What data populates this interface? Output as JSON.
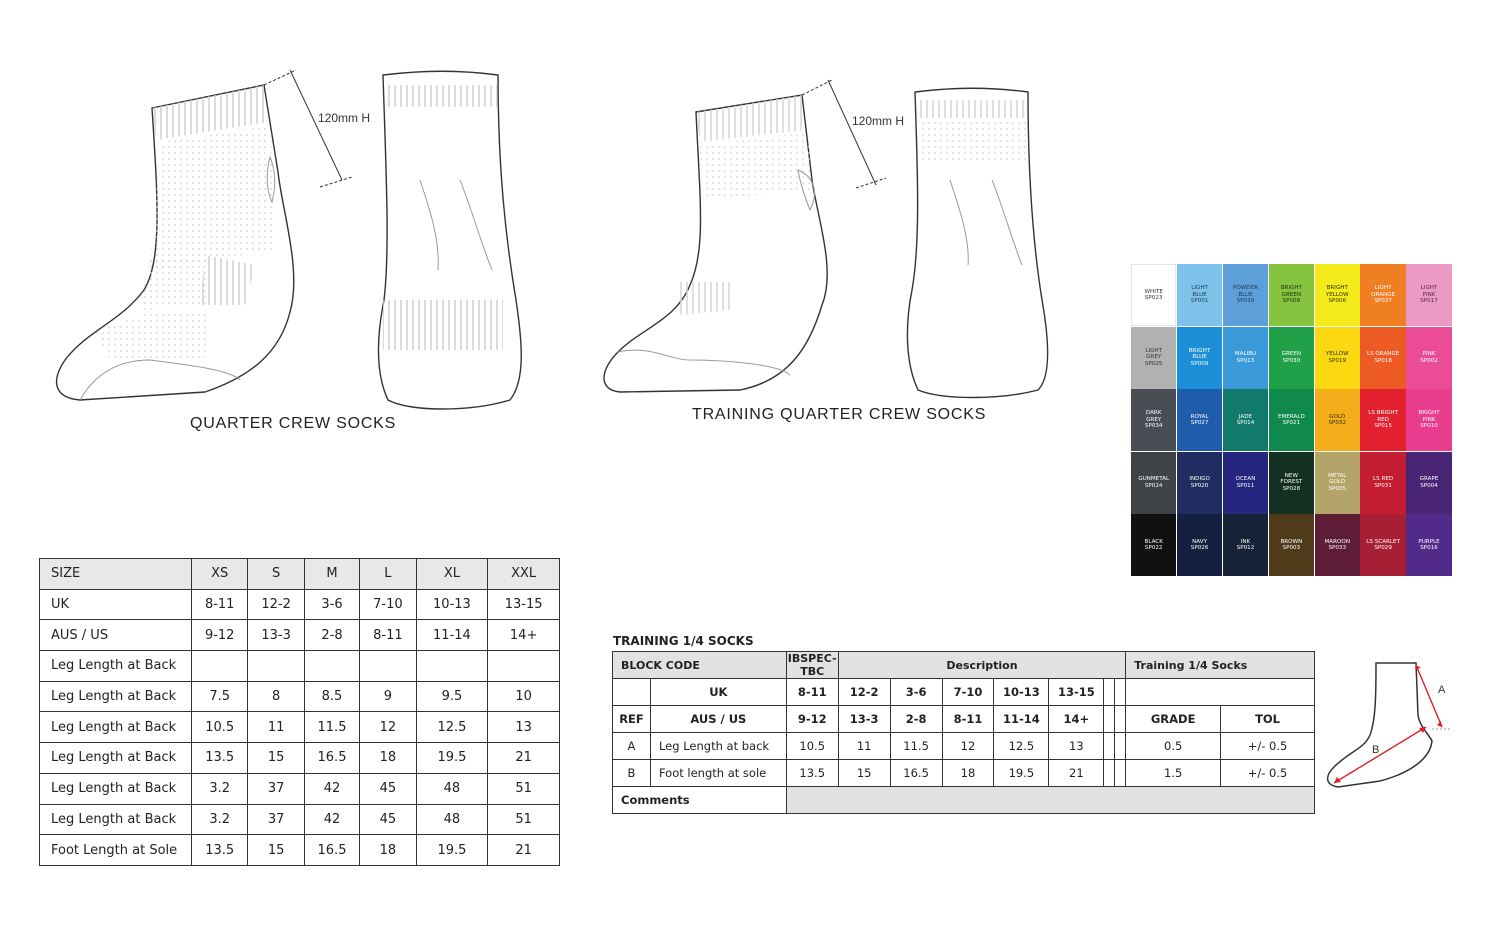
{
  "labels": {
    "quarter_crew": "QUARTER CREW SOCKS",
    "training_quarter_crew": "TRAINING QUARTER CREW SOCKS",
    "height_left": "120mm H",
    "height_right": "120mm H",
    "diagram_a": "A",
    "diagram_b": "B"
  },
  "size_table": {
    "headers": [
      "SIZE",
      "XS",
      "S",
      "M",
      "L",
      "XL",
      "XXL"
    ],
    "rows": [
      {
        "label": "UK",
        "values": [
          "8-11",
          "12-2",
          "3-6",
          "7-10",
          "10-13",
          "13-15"
        ]
      },
      {
        "label": "AUS / US",
        "values": [
          "9-12",
          "13-3",
          "2-8",
          "8-11",
          "11-14",
          "14+"
        ]
      },
      {
        "label": "Leg Length at Back",
        "values": [
          "",
          "",
          "",
          "",
          "",
          ""
        ]
      },
      {
        "label": "Leg Length at Back",
        "values": [
          "7.5",
          "8",
          "8.5",
          "9",
          "9.5",
          "10"
        ]
      },
      {
        "label": "Leg Length at Back",
        "values": [
          "10.5",
          "11",
          "11.5",
          "12",
          "12.5",
          "13"
        ]
      },
      {
        "label": "Leg Length at Back",
        "values": [
          "13.5",
          "15",
          "16.5",
          "18",
          "19.5",
          "21"
        ]
      },
      {
        "label": "Leg Length at Back",
        "values": [
          "3.2",
          "37",
          "42",
          "45",
          "48",
          "51"
        ]
      },
      {
        "label": "Leg Length at Back",
        "values": [
          "3.2",
          "37",
          "42",
          "45",
          "48",
          "51"
        ]
      },
      {
        "label": "Foot Length at Sole",
        "values": [
          "13.5",
          "15",
          "16.5",
          "18",
          "19.5",
          "21"
        ]
      }
    ]
  },
  "training_table": {
    "title": "TRAINING 1/4 SOCKS",
    "block_code_label": "BLOCK CODE",
    "block_code": "IBSPEC-TBC",
    "description_label": "Description",
    "product_name": "Training 1/4 Socks",
    "ref_label": "REF",
    "uk_label": "UK",
    "uk_values": [
      "8-11",
      "12-2",
      "3-6",
      "7-10",
      "10-13",
      "13-15"
    ],
    "aus_label": "AUS / US",
    "aus_values": [
      "9-12",
      "13-3",
      "2-8",
      "8-11",
      "11-14",
      "14+"
    ],
    "grade_label": "GRADE",
    "tol_label": "TOL",
    "rows": [
      {
        "ref": "A",
        "label": "Leg Length at back",
        "values": [
          "10.5",
          "11",
          "11.5",
          "12",
          "12.5",
          "13"
        ],
        "grade": "0.5",
        "tol": "+/- 0.5"
      },
      {
        "ref": "B",
        "label": "Foot length at sole",
        "values": [
          "13.5",
          "15",
          "16.5",
          "18",
          "19.5",
          "21"
        ],
        "grade": "1.5",
        "tol": "+/- 0.5"
      }
    ],
    "comments_label": "Comments"
  },
  "swatches": [
    {
      "name": "WHITE\nSP023",
      "color": "#ffffff",
      "text": "#333333"
    },
    {
      "name": "LIGHT\nBLUE\nSP001",
      "color": "#7ec2ea",
      "text": "#1d3b55"
    },
    {
      "name": "POWDER\nBLUE\nSP039",
      "color": "#5d9fd8",
      "text": "#1d3b55"
    },
    {
      "name": "BRIGHT\nGREEN\nSP008",
      "color": "#86c440",
      "text": "#223311"
    },
    {
      "name": "BRIGHT\nYELLOW\nSP006",
      "color": "#f4ec1a",
      "text": "#333300"
    },
    {
      "name": "LIGHT\nORANGE\nSP037",
      "color": "#f07f24",
      "text": "#ffffff"
    },
    {
      "name": "LIGHT\nPINK\nSP017",
      "color": "#eb9ac6",
      "text": "#5a2343"
    },
    {
      "name": "LIGHT\nGREY\nSP025",
      "color": "#b1b1b1",
      "text": "#333333"
    },
    {
      "name": "BRIGHT\nBLUE\nSP009",
      "color": "#1c8fd6",
      "text": "#ffffff"
    },
    {
      "name": "MALIBU\nSP013",
      "color": "#3a9ad9",
      "text": "#ffffff"
    },
    {
      "name": "GREEN\nSP030",
      "color": "#20a049",
      "text": "#ffffff"
    },
    {
      "name": "YELLOW\nSP019",
      "color": "#fbd80f",
      "text": "#333300"
    },
    {
      "name": "LS ORANGE\nSP018",
      "color": "#ee5a24",
      "text": "#ffffff"
    },
    {
      "name": "PINK\nSP002",
      "color": "#ea4c97",
      "text": "#ffffff"
    },
    {
      "name": "DARK\nGREY\nSP034",
      "color": "#4b4d54",
      "text": "#ffffff"
    },
    {
      "name": "ROYAL\nSP027",
      "color": "#1f5cac",
      "text": "#ffffff"
    },
    {
      "name": "JADE\nSP014",
      "color": "#127a6b",
      "text": "#ffffff"
    },
    {
      "name": "EMERALD\nSP021",
      "color": "#0f8a4c",
      "text": "#ffffff"
    },
    {
      "name": "GOLD\nSP032",
      "color": "#f4ae1c",
      "text": "#333300"
    },
    {
      "name": "LS BRIGHT\nRED\nSP015",
      "color": "#e3202d",
      "text": "#ffffff"
    },
    {
      "name": "BRIGHT\nPINK\nSP010",
      "color": "#e83c8f",
      "text": "#ffffff"
    },
    {
      "name": "GUNMETAL\nSP024",
      "color": "#3e4348",
      "text": "#ffffff"
    },
    {
      "name": "INDIGO\nSP020",
      "color": "#202d60",
      "text": "#ffffff"
    },
    {
      "name": "OCEAN\nSP011",
      "color": "#26267e",
      "text": "#ffffff"
    },
    {
      "name": "NEW\nFOREST\nSP028",
      "color": "#143022",
      "text": "#ffffff"
    },
    {
      "name": "METAL\nGOLD\nSP005",
      "color": "#b5a469",
      "text": "#ffffff"
    },
    {
      "name": "LS RED\nSP031",
      "color": "#c21d30",
      "text": "#ffffff"
    },
    {
      "name": "GRAPE\nSP004",
      "color": "#4a2475",
      "text": "#ffffff"
    },
    {
      "name": "BLACK\nSP022",
      "color": "#111111",
      "text": "#ffffff"
    },
    {
      "name": "NAVY\nSP026",
      "color": "#152041",
      "text": "#ffffff"
    },
    {
      "name": "INK\nSP012",
      "color": "#172137",
      "text": "#ffffff"
    },
    {
      "name": "BROWN\nSP003",
      "color": "#4f3a1a",
      "text": "#ffffff"
    },
    {
      "name": "MAROON\nSP033",
      "color": "#5d1d36",
      "text": "#ffffff"
    },
    {
      "name": "LS SCARLET\nSP029",
      "color": "#a71f35",
      "text": "#ffffff"
    },
    {
      "name": "PURPLE\nSP016",
      "color": "#512a8a",
      "text": "#ffffff"
    }
  ]
}
